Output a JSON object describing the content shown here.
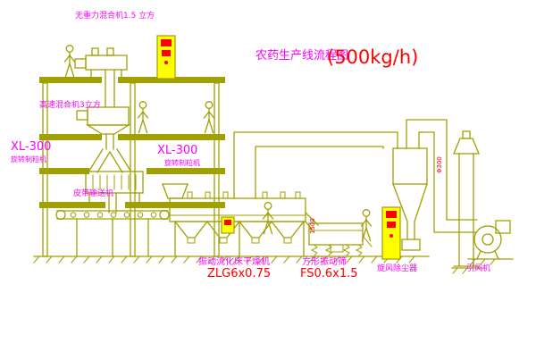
{
  "colors": {
    "line": "#a0a000",
    "magenta": "#ff00ff",
    "red": "#ff0000",
    "panel": "#ffff00"
  },
  "title": {
    "zh": "农药生产线流程图",
    "capacity": "(500kg/h)"
  },
  "labels": {
    "top_mixer": "无重力混合机1.5 立方",
    "high_speed_mixer": "高速混合机3立方",
    "granulator_left_model": "XL-300",
    "granulator_left_name": "旋转制粒机",
    "granulator_mid_model": "XL-300",
    "granulator_mid_name": "旋转制粒机",
    "belt_conveyor": "皮带输送机",
    "dryer_name": "振动流化床干燥机",
    "dryer_model": "ZLG6x0.75",
    "sieve_name": "方形振动筛",
    "sieve_model": "FS0.6x1.5",
    "cyclone": "旋风除尘器",
    "fan": "引风机",
    "dim_1500": "1500",
    "dim_phi300": "Φ300"
  }
}
